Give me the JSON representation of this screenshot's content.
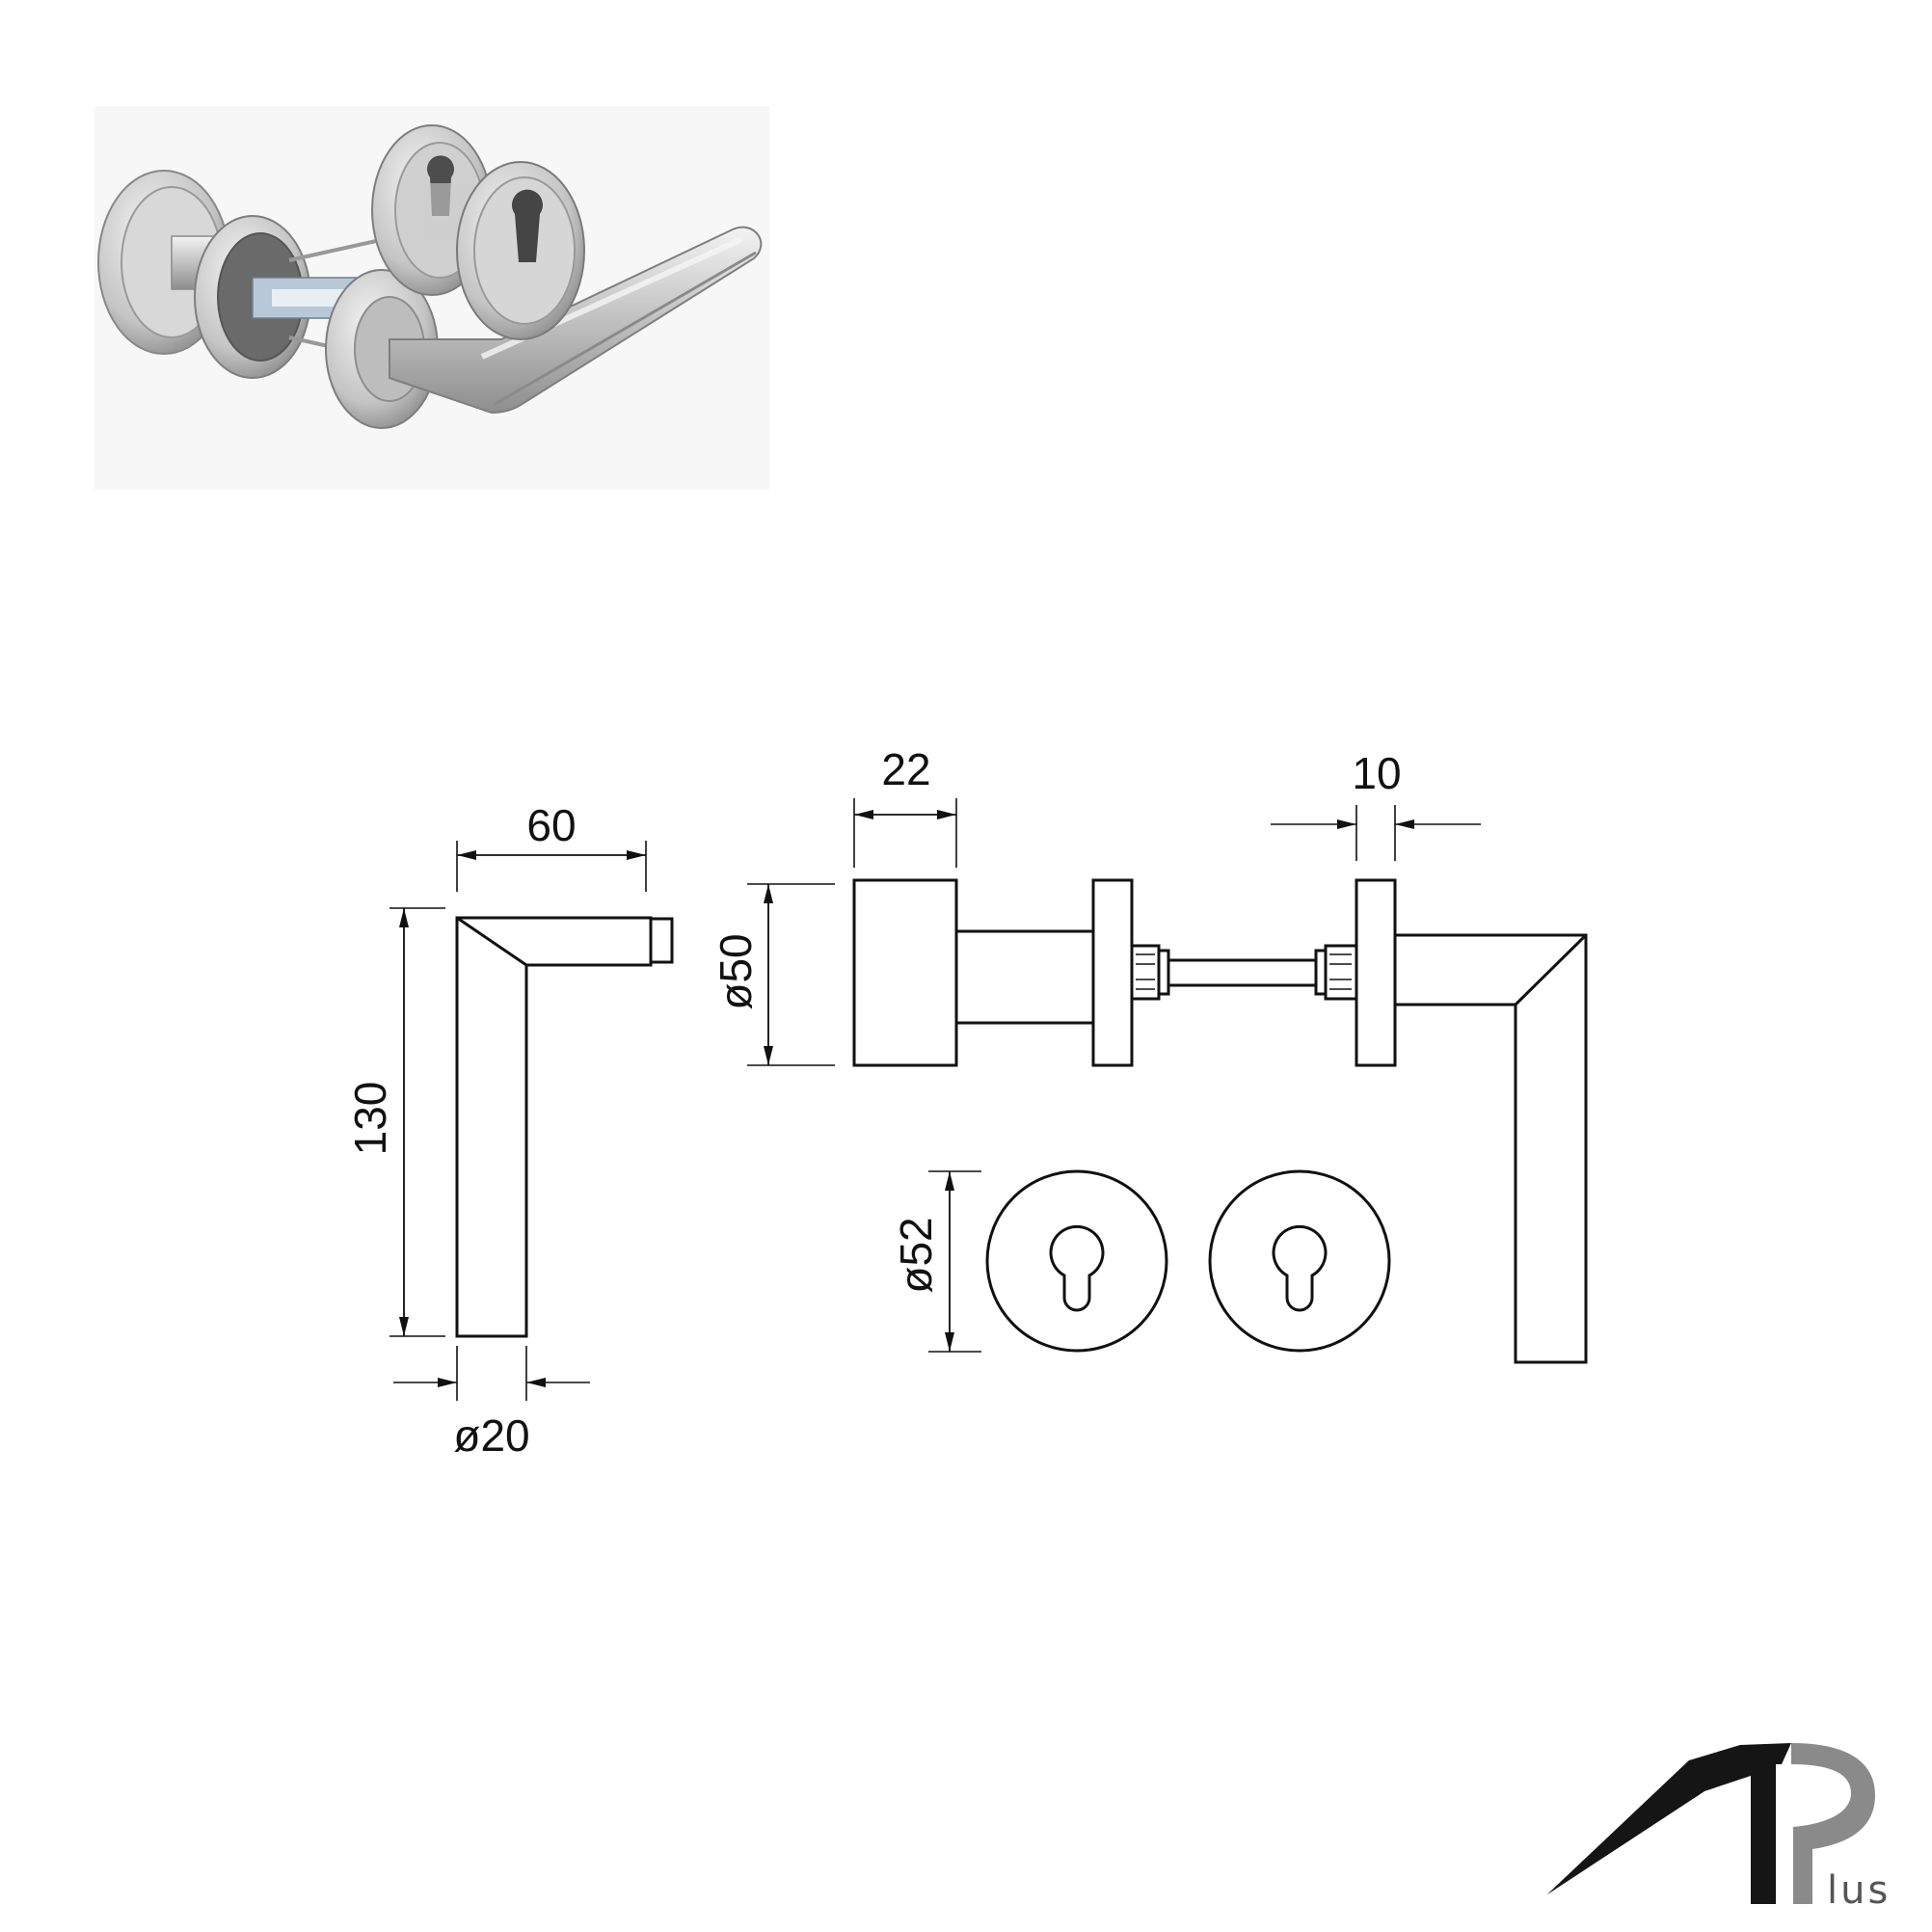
{
  "dimensions": {
    "lever_width": "60",
    "lever_height": "130",
    "lever_diameter": "ø20",
    "rose_depth": "22",
    "rose_diameter": "ø50",
    "spindle_gap": "10",
    "escutcheon_diameter": "ø52"
  },
  "logo": {
    "letters": "AP",
    "suffix": "lus",
    "colors": {
      "red": "#7a1414",
      "black": "#151515",
      "gray": "#8a8a8a"
    }
  },
  "photo": {
    "icon": "door-handle-set-photo",
    "material_color": "#c9c9c9"
  }
}
